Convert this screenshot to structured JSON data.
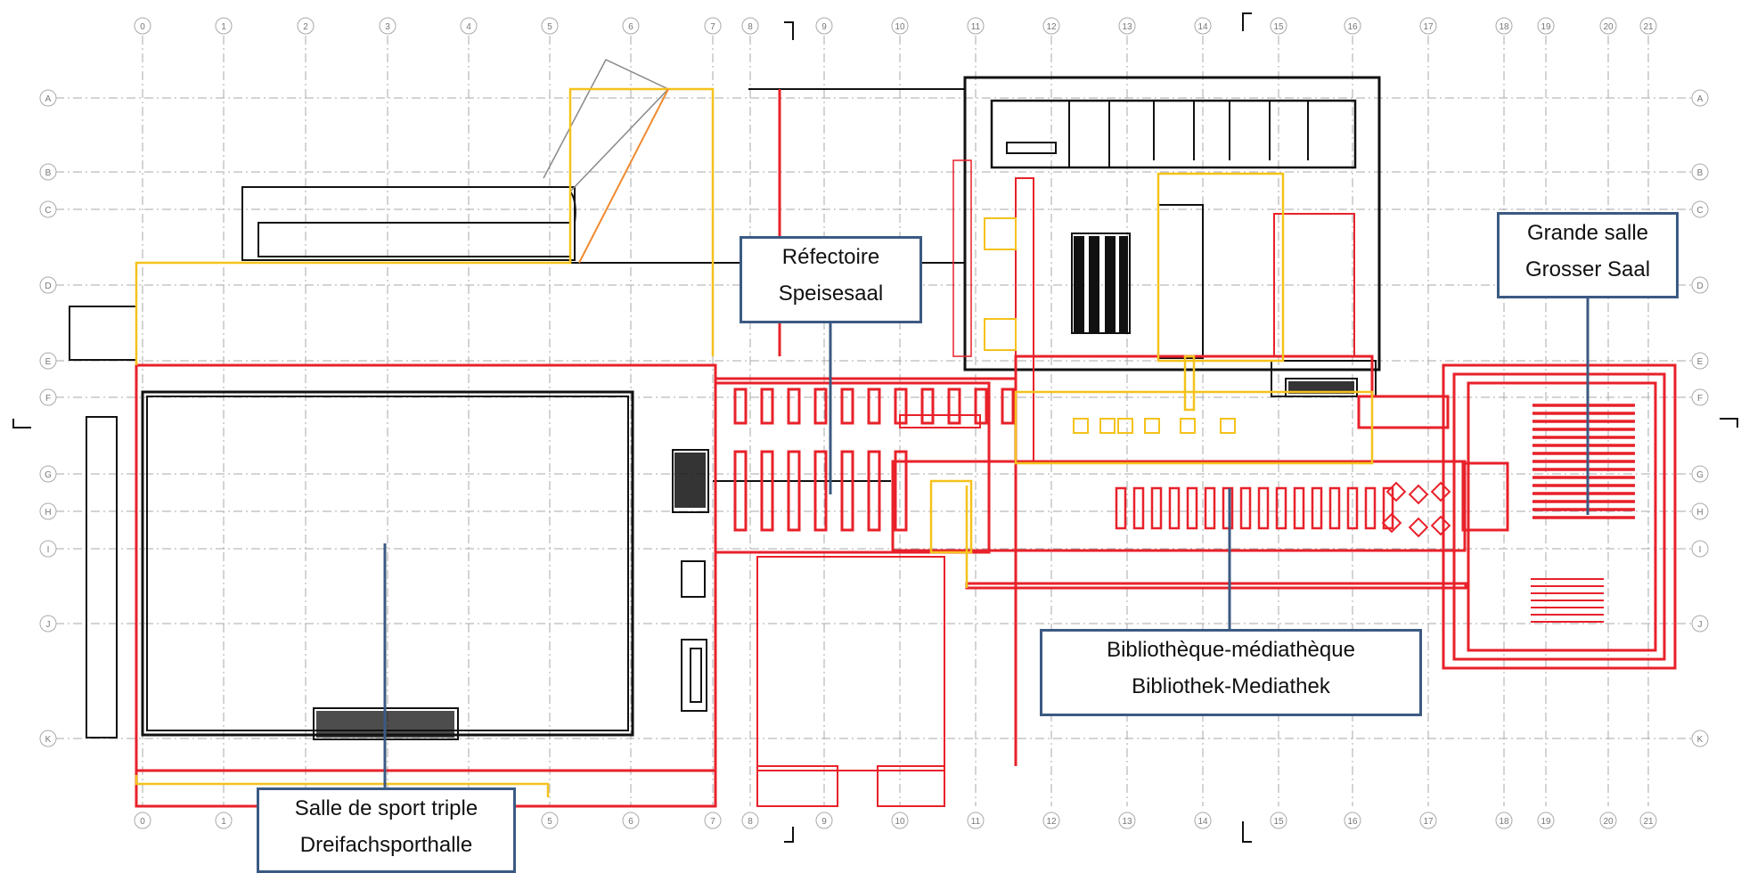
{
  "grid": {
    "columns": [
      "0",
      "1",
      "2",
      "3",
      "4",
      "5",
      "6",
      "7",
      "8",
      "9",
      "10",
      "11",
      "12",
      "13",
      "14",
      "15",
      "16",
      "17",
      "18",
      "19",
      "20",
      "21"
    ],
    "rows": [
      "A",
      "B",
      "C",
      "D",
      "E",
      "F",
      "G",
      "H",
      "I",
      "J",
      "K"
    ]
  },
  "labels": {
    "refectoire": {
      "fr": "Réfectoire",
      "de": "Speisesaal"
    },
    "grande_salle": {
      "fr": "Grande salle",
      "de": "Grosser Saal"
    },
    "bibliotheque": {
      "fr": "Bibliothèque-médiathèque",
      "de": "Bibliothek-Mediathek"
    },
    "salle_sport": {
      "fr": "Salle de sport triple",
      "de": "Dreifachsporthalle"
    }
  },
  "colors": {
    "grid": "#a9a9a9",
    "wall": "#111111",
    "existing": "#e8212a",
    "yellow": "#f5c21b",
    "orange": "#f08a2e",
    "callout_border": "#3b5a82"
  }
}
